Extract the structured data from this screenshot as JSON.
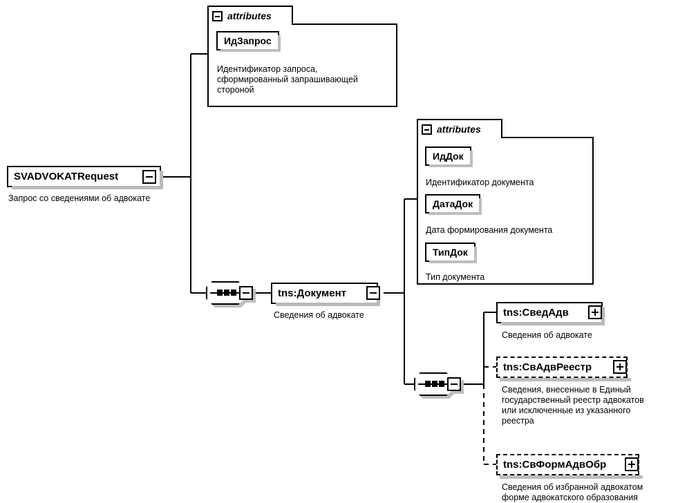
{
  "diagram": {
    "type": "xsd-schema-diagram",
    "title": "SVADVOKATRequest"
  },
  "root": {
    "name": "SVADVOKATRequest",
    "caption": "Запрос со сведениями об адвокате",
    "expander": "minus",
    "occurrence": "required"
  },
  "attributes_blocks": [
    {
      "id": "attrs-root",
      "label": "attributes",
      "toggle": "minus",
      "items": [
        {
          "name": "ИдЗапрос",
          "caption": "Идентификатор запроса,\nсформированный запрашивающей\nстороной"
        }
      ]
    },
    {
      "id": "attrs-document",
      "label": "attributes",
      "toggle": "minus",
      "items": [
        {
          "name": "ИдДок",
          "caption": "Идентификатор документа"
        },
        {
          "name": "ДатаДок",
          "caption": "Дата формирования документа"
        },
        {
          "name": "ТипДок",
          "caption": "Тип документа"
        }
      ]
    }
  ],
  "compositors": [
    {
      "id": "seq-root",
      "kind": "sequence",
      "toggle": "minus"
    },
    {
      "id": "seq-document",
      "kind": "sequence",
      "toggle": "minus"
    }
  ],
  "elements": [
    {
      "id": "el-document",
      "name": "tns:Документ",
      "caption": "Сведения об адвокате",
      "expander": "minus",
      "occurrence": "required",
      "border": "solid"
    },
    {
      "id": "el-svedadv",
      "name": "tns:СведАдв",
      "caption": "Сведения об адвокате",
      "expander": "plus",
      "occurrence": "required",
      "border": "solid"
    },
    {
      "id": "el-svadvreestr",
      "name": "tns:СвАдвРеестр",
      "caption": "Сведения, внесенные в Единый\nгосударственный реестр адвокатов\nили исключенные из указанного\nреестра",
      "expander": "plus",
      "occurrence": "optional",
      "border": "dashed"
    },
    {
      "id": "el-svformadvobr",
      "name": "tns:СвФормАдвОбр",
      "caption": "Сведения об избранной адвокатом\nформе адвокатского образования",
      "expander": "plus",
      "occurrence": "optional",
      "border": "dashed"
    }
  ],
  "colors": {
    "line": "#000000",
    "shadow": "#bdbdbd",
    "background": "#ffffff"
  }
}
